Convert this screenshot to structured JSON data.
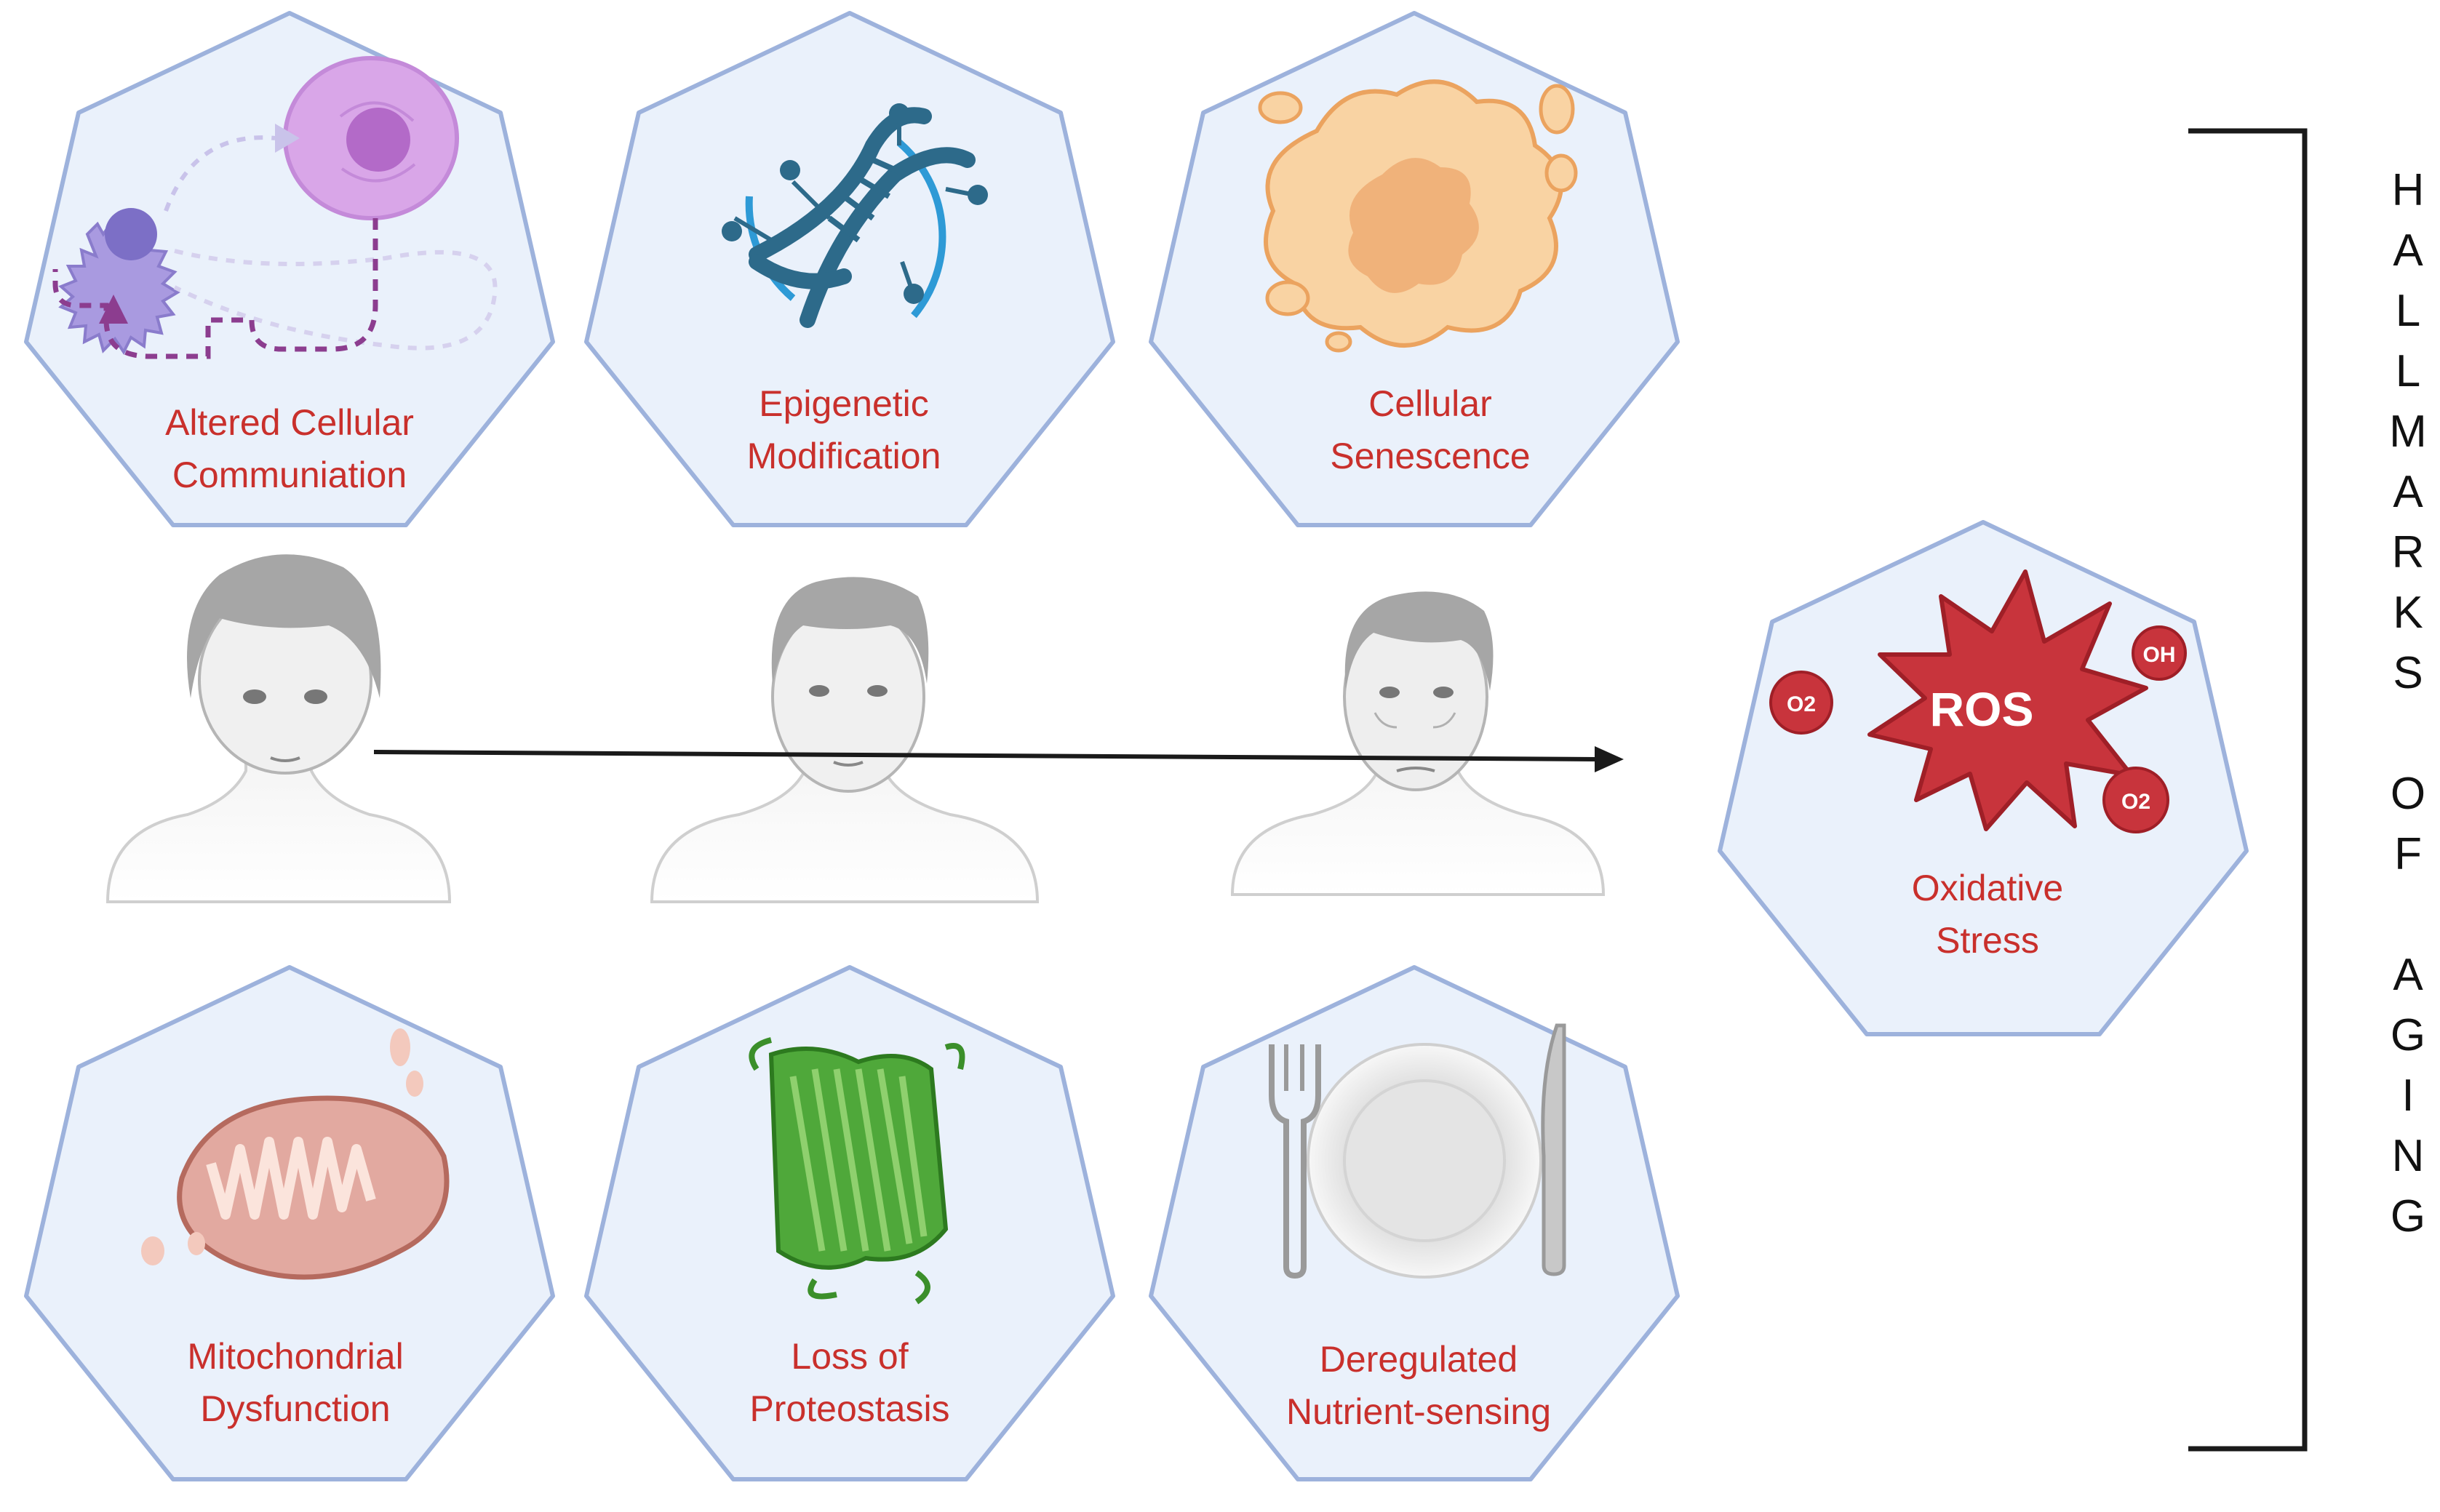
{
  "title_letters": [
    "H",
    "A",
    "L",
    "L",
    "M",
    "A",
    "R",
    "K",
    "S",
    "",
    "O",
    "F",
    "",
    "A",
    "G",
    "I",
    "N",
    "G"
  ],
  "hallmarks": {
    "communication": {
      "line1": "Altered Cellular",
      "line2": "Communiation"
    },
    "epigenetic": {
      "line1": "Epigenetic",
      "line2": "Modification"
    },
    "senescence": {
      "line1": "Cellular",
      "line2": "Senescence"
    },
    "mitochondrial": {
      "line1": "Mitochondrial",
      "line2": "Dysfunction"
    },
    "proteostasis": {
      "line1": "Loss of",
      "line2": "Proteostasis"
    },
    "nutrient": {
      "line1": "Deregulated",
      "line2": "Nutrient-sensing"
    },
    "oxidative": {
      "line1": "Oxidative",
      "line2": "Stress"
    }
  },
  "ros": {
    "label": "ROS",
    "radical_a": "O2",
    "radical_b": "OH",
    "radical_c": "O2"
  },
  "colors": {
    "hex_fill": "#eaf1fb",
    "hex_stroke": "#9db2dc",
    "label": "#c9302c",
    "ros": "#c8343c"
  }
}
